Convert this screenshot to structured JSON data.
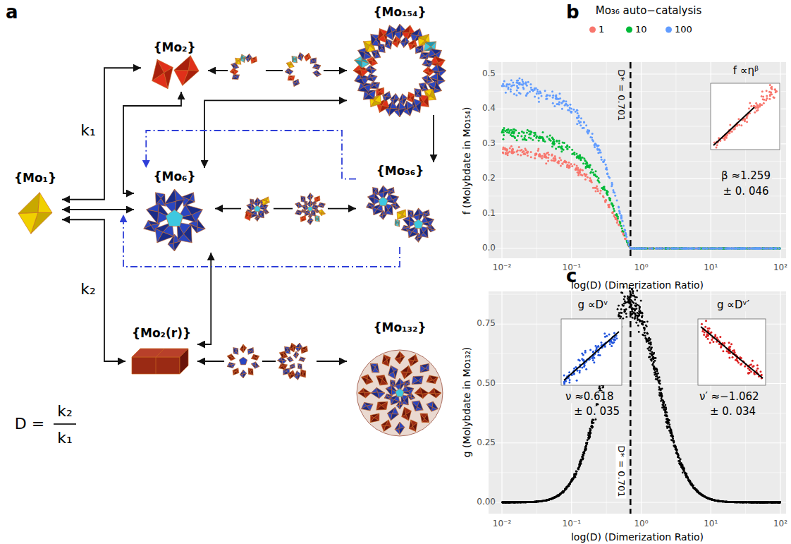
{
  "diagram": {
    "nodes": [
      {
        "text": [
          "{Mo₁}"
        ]
      },
      {
        "text": [
          "{Mo₂}"
        ]
      },
      {
        "text": [
          "{Mo₁₅₄}"
        ]
      },
      {
        "text": [
          "{Mo₆}"
        ]
      },
      {
        "text": [
          "{Mo₃₆}"
        ]
      },
      {
        "text": [
          "{Mo₂(r)}"
        ]
      },
      {
        "text": [
          "{Mo₁₃₂}"
        ]
      }
    ],
    "edges": [
      {
        "from": 0,
        "to": 1,
        "arrow": "both",
        "label": "k₁"
      },
      {
        "from": 0,
        "to": 3,
        "arrow": "both"
      },
      {
        "from": 1,
        "to": 3,
        "arrow": "both"
      },
      {
        "from": 1,
        "to": 2,
        "arrow": "both"
      },
      {
        "from": 3,
        "to": 2,
        "arrow": "both"
      },
      {
        "from": 2,
        "to": 4,
        "arrow": "to"
      },
      {
        "from": 4,
        "to": 3,
        "arrow": "to"
      },
      {
        "from": 3,
        "to": 4,
        "arrow": "both"
      },
      {
        "from": 0,
        "to": 5,
        "arrow": "both",
        "label": "k₂"
      },
      {
        "from": 3,
        "to": 5,
        "arrow": "both"
      },
      {
        "from": 5,
        "to": 6,
        "arrow": "both"
      }
    ],
    "labels": [
      "a",
      "D =",
      "k₂",
      "k₁",
      "b",
      "Mo₃₆ auto−catalysis",
      "f (Molybdate in Mo₁₅₄)",
      "log(D) (Dimerization Ratio)",
      "0.0",
      "0.1",
      "0.2",
      "0.3",
      "0.4",
      "0.5",
      "10⁻²",
      "10⁻¹",
      "10⁰",
      "10¹",
      "10²",
      "D* = 0.701",
      "f ∝ηᵝ",
      "β ≈1.259",
      "± 0. 046",
      "c",
      "g (Molybdate in Mo₁₃₂)",
      "log(D) (Dimerization Ratio)",
      "0.00",
      "0.25",
      "0.50",
      "0.75",
      "10⁻²",
      "10⁻¹",
      "10⁰",
      "10¹",
      "10²",
      "D* = 0.701",
      "g ∝Dᵛ",
      "g ∝Dᵛ′",
      "ν ≈0.618",
      "± 0. 035",
      "ν′ ≈−1.062",
      "± 0. 034"
    ],
    "legend": [
      {
        "text": "1",
        "color": "#f8766d"
      },
      {
        "text": "10",
        "color": "#00ba38"
      },
      {
        "text": "100",
        "color": "#619cff"
      }
    ]
  }
}
